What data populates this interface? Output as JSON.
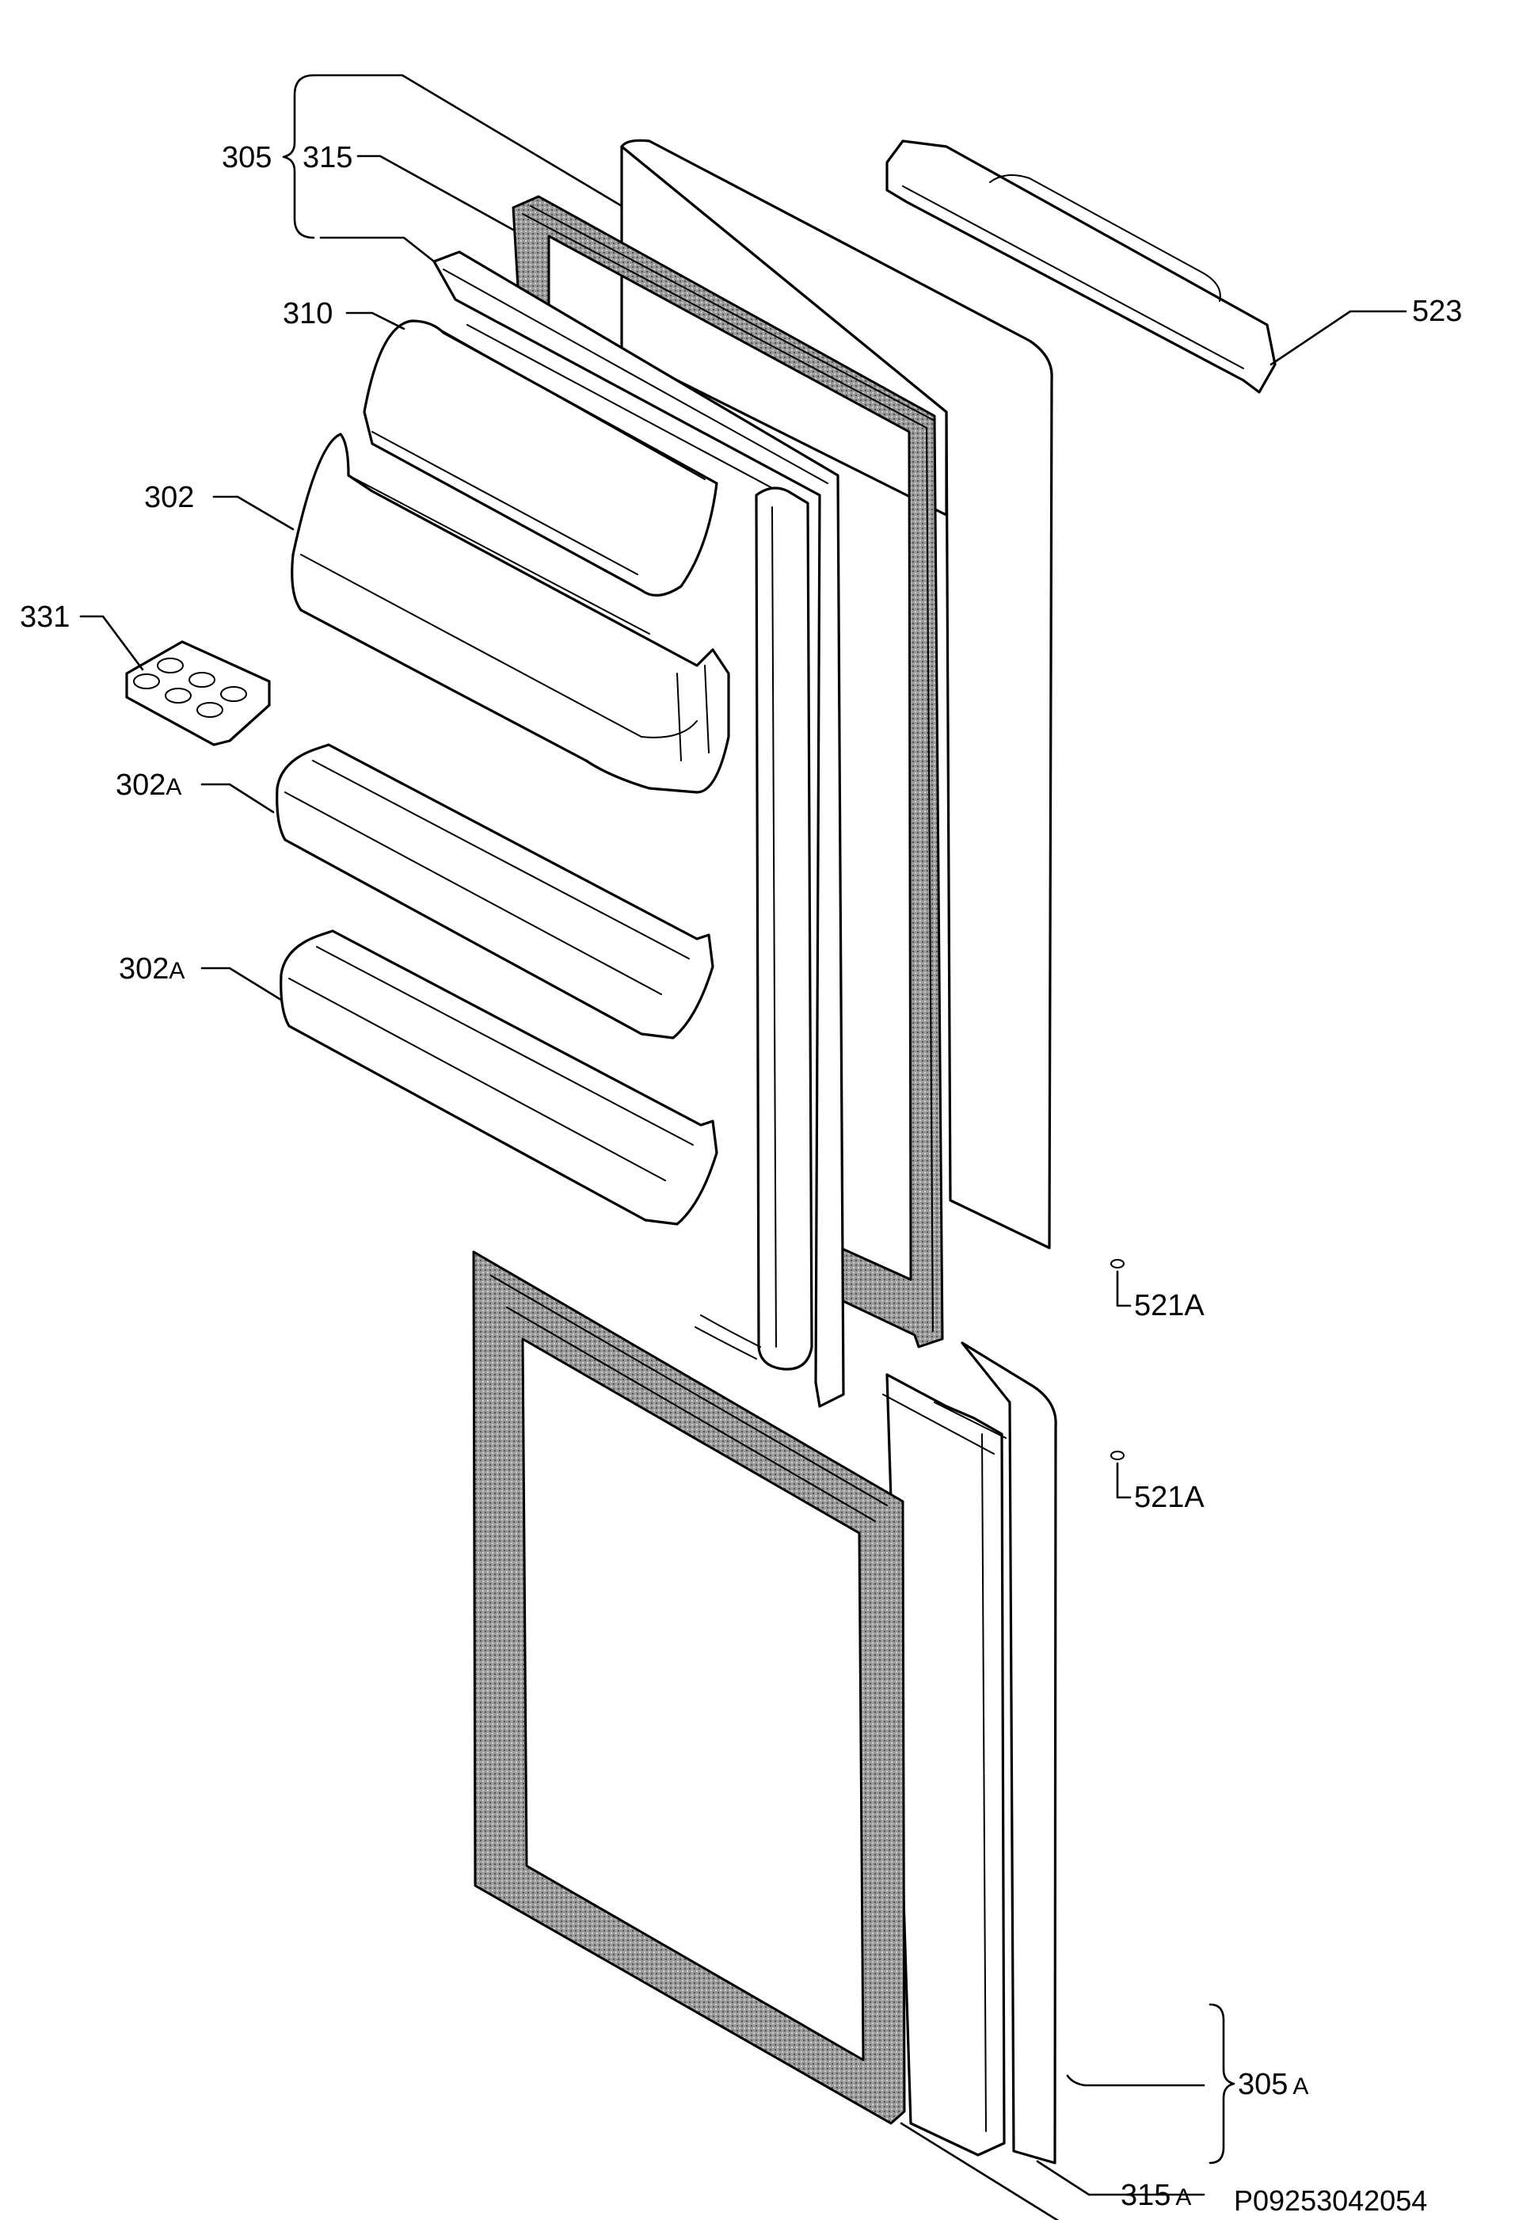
{
  "labels": {
    "p305": "305",
    "p315": "315",
    "p310": "310",
    "p302": "302",
    "p331": "331",
    "p302a_1": "302",
    "p302a_2": "302",
    "suffix_a": "A",
    "p523": "523",
    "p521a_1": "521A",
    "p521a_2": "521A",
    "p305a": "305",
    "p315a": "315",
    "drawing_number": "P09253042054"
  },
  "colors": {
    "line": "#000000",
    "background": "#ffffff",
    "gasket": "#8a8a8a"
  }
}
